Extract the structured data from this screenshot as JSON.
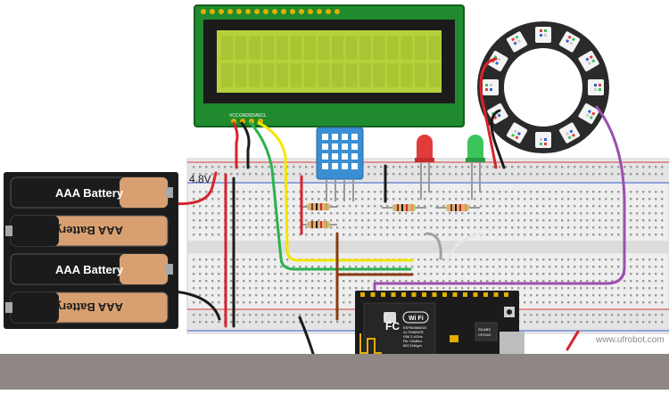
{
  "diagram": {
    "battery_cells": [
      {
        "label": "AAA Battery"
      },
      {
        "label": "AAA Battery"
      },
      {
        "label": "AAA Battery"
      },
      {
        "label": "AAA Battery"
      }
    ],
    "battery_voltage": "4.8V",
    "lcd_pins": [
      "VCC",
      "GND",
      "SDA",
      "SCL"
    ],
    "wifi_badge": "Wi Fi",
    "module_text": [
      "ESP8266MOD",
      "AI-THINKER",
      "ISM 2.4GHz",
      "PA +25dBm",
      "802.11b/g/n"
    ],
    "chip_text": [
      "SILABS",
      "CP2102"
    ],
    "watermark": "www.ufrobot.com",
    "colors": {
      "lcd_board": "#1f8a2e",
      "lcd_screen": "#b5d13b",
      "wire_red": "#d8232a",
      "wire_black": "#1b1b1b",
      "wire_yellow": "#f2e600",
      "wire_green": "#2bb34a",
      "wire_purple": "#9b4fb0",
      "wire_brown": "#8a3b12",
      "sensor": "#3a8fd3",
      "led_red": "#e23b3b",
      "led_green": "#3cc45a"
    }
  }
}
